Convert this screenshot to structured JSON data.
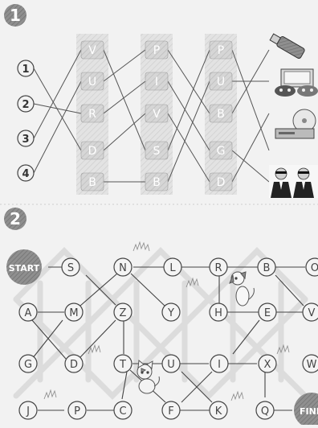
{
  "puzzle1": {
    "number": "1",
    "start_labels": [
      "1",
      "2",
      "3",
      "4"
    ],
    "columns": [
      [
        "V",
        "U",
        "R",
        "D",
        "B"
      ],
      [
        "P",
        "I",
        "V",
        "S",
        "B"
      ],
      [
        "P",
        "U",
        "B",
        "G",
        "D"
      ]
    ],
    "result_pictures": [
      "usb-stick",
      "game-consoles",
      "dvd-player",
      "men-in-black-agents"
    ]
  },
  "puzzle2": {
    "number": "2",
    "start_label": "START",
    "finish_label": "FINI",
    "rows": [
      [
        "S",
        "N",
        "L",
        "R",
        "B",
        "O"
      ],
      [
        "A",
        "M",
        "Z",
        "Y",
        "H",
        "E",
        "V"
      ],
      [
        "G",
        "D",
        "T",
        "U",
        "I",
        "X",
        "W"
      ],
      [
        "J",
        "P",
        "C",
        "F",
        "K",
        "Q"
      ]
    ]
  }
}
